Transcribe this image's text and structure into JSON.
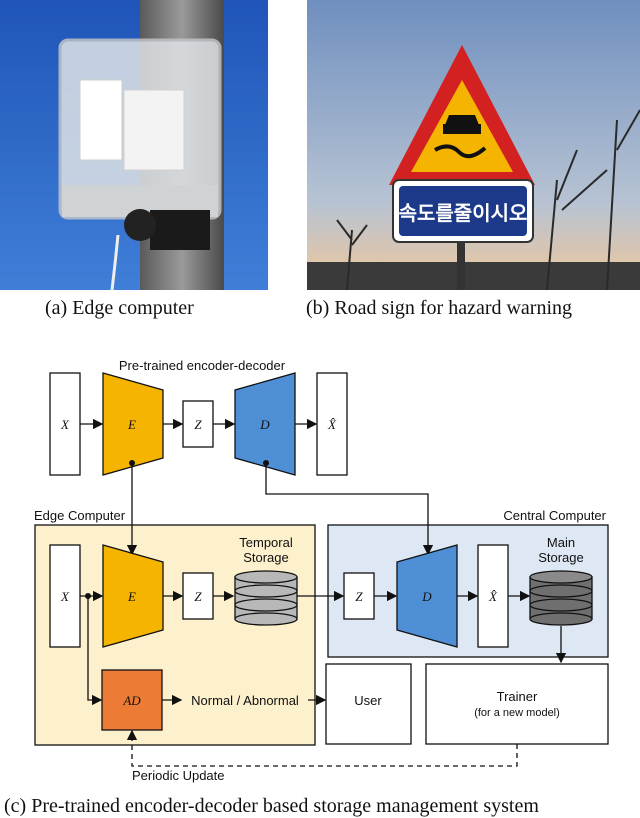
{
  "captions": {
    "a": "(a) Edge computer",
    "b": "(b) Road sign for hazard warning",
    "c": "(c) Pre-trained encoder-decoder based storage management system"
  },
  "road_sign": {
    "text": "속도를줄이시오"
  },
  "diagram": {
    "pretrained_title": "Pre-trained encoder-decoder",
    "edge_title": "Edge Computer",
    "central_title": "Central Computer",
    "x": "X",
    "e": "E",
    "z": "Z",
    "d": "D",
    "xhat": "X̂",
    "temporal_storage": [
      "Temporal",
      "Storage"
    ],
    "main_storage": [
      "Main",
      "Storage"
    ],
    "ad": "AD",
    "normal_abnormal": "Normal / Abnormal",
    "user": "User",
    "trainer": "Trainer",
    "trainer_sub": "(for a new model)",
    "periodic_update": "Periodic Update"
  },
  "colors": {
    "encoder": "#f4b400",
    "decoder": "#4f8fd6",
    "ad": "#ec7b35",
    "edge_bg": "#fdf0cc",
    "central_bg": "#dde8f4",
    "storage_light": "#b8b8b8",
    "storage_dark": "#6f6f6f"
  }
}
